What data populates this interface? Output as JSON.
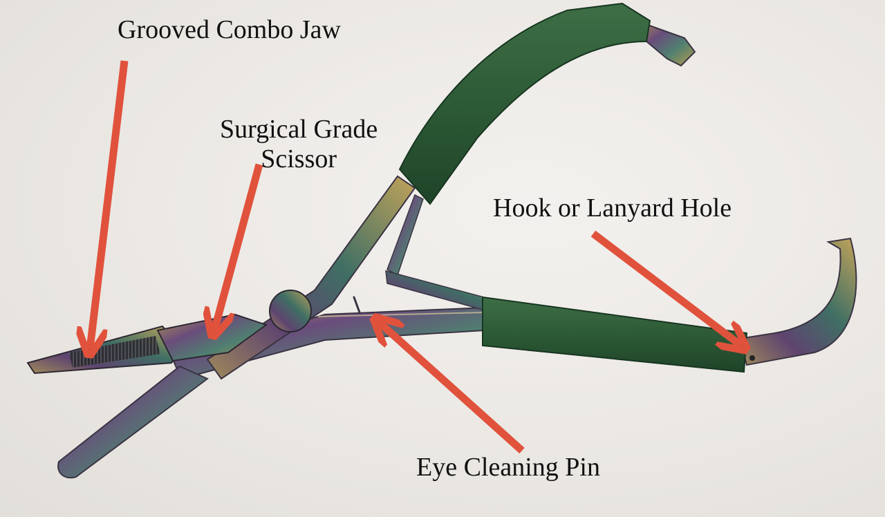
{
  "diagram": {
    "subject": "mitten-scissor-forceps",
    "colors": {
      "arrow": "#e0523c",
      "grip": "#2d5a36",
      "metal_gold": "#b69a4d",
      "metal_purple": "#6a4c7c",
      "metal_green": "#4f7f70",
      "background": "#eceae6",
      "text": "#111111"
    },
    "callouts": [
      {
        "id": "grooved-combo-jaw",
        "lines": [
          "Grooved Combo Jaw"
        ]
      },
      {
        "id": "surgical-grade-scissor",
        "lines": [
          "Surgical Grade",
          "Scissor"
        ]
      },
      {
        "id": "hook-or-lanyard-hole",
        "lines": [
          "Hook or Lanyard Hole"
        ]
      },
      {
        "id": "eye-cleaning-pin",
        "lines": [
          "Eye Cleaning Pin"
        ]
      }
    ]
  }
}
